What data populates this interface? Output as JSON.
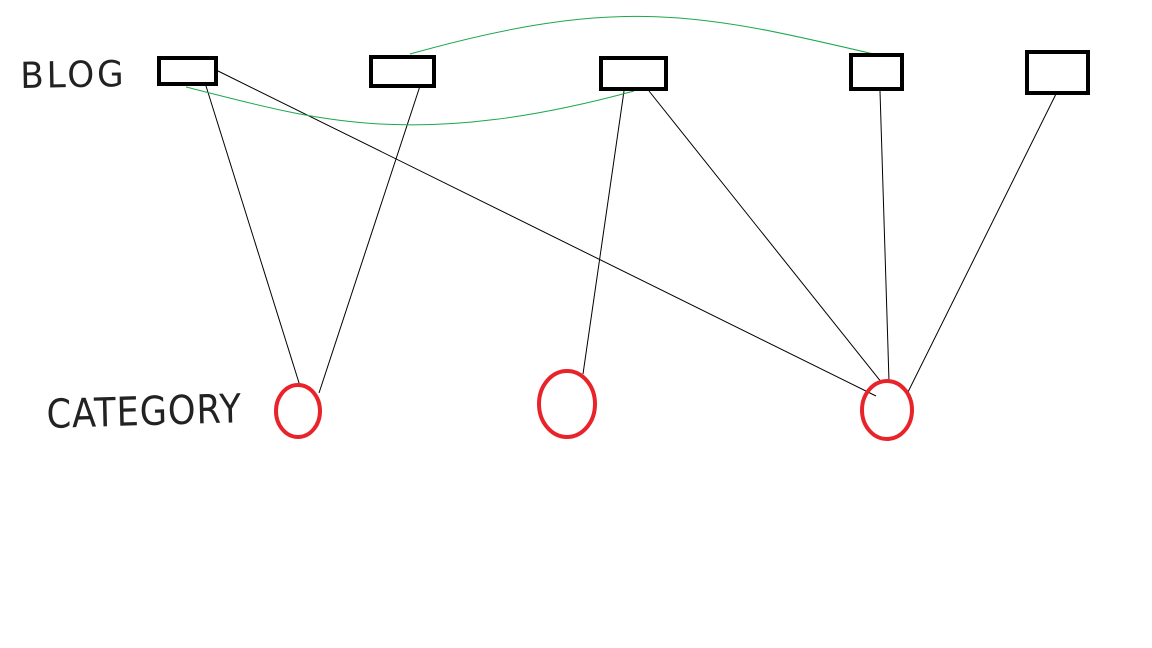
{
  "labels": {
    "blog": "BLOG",
    "category": "CATEGORY"
  },
  "colors": {
    "blog_box_stroke": "#000000",
    "category_node_stroke": "#e8232a",
    "blog_category_link": "#000000",
    "blog_blog_link": "#1aa84c",
    "background": "#ffffff",
    "label_text": "#222222"
  },
  "blog_nodes": [
    "blog-1",
    "blog-2",
    "blog-3",
    "blog-4",
    "blog-5"
  ],
  "category_nodes": [
    "category-1",
    "category-2",
    "category-3"
  ],
  "blog_category_links": [
    {
      "from": "blog-1",
      "to": "category-1"
    },
    {
      "from": "blog-2",
      "to": "category-1"
    },
    {
      "from": "blog-1",
      "to": "category-3"
    },
    {
      "from": "blog-3",
      "to": "category-2"
    },
    {
      "from": "blog-3",
      "to": "category-3"
    },
    {
      "from": "blog-4",
      "to": "category-3"
    },
    {
      "from": "blog-5",
      "to": "category-3"
    }
  ],
  "blog_blog_links": [
    {
      "from": "blog-1",
      "to": "blog-3"
    },
    {
      "from": "blog-2",
      "to": "blog-4"
    }
  ]
}
